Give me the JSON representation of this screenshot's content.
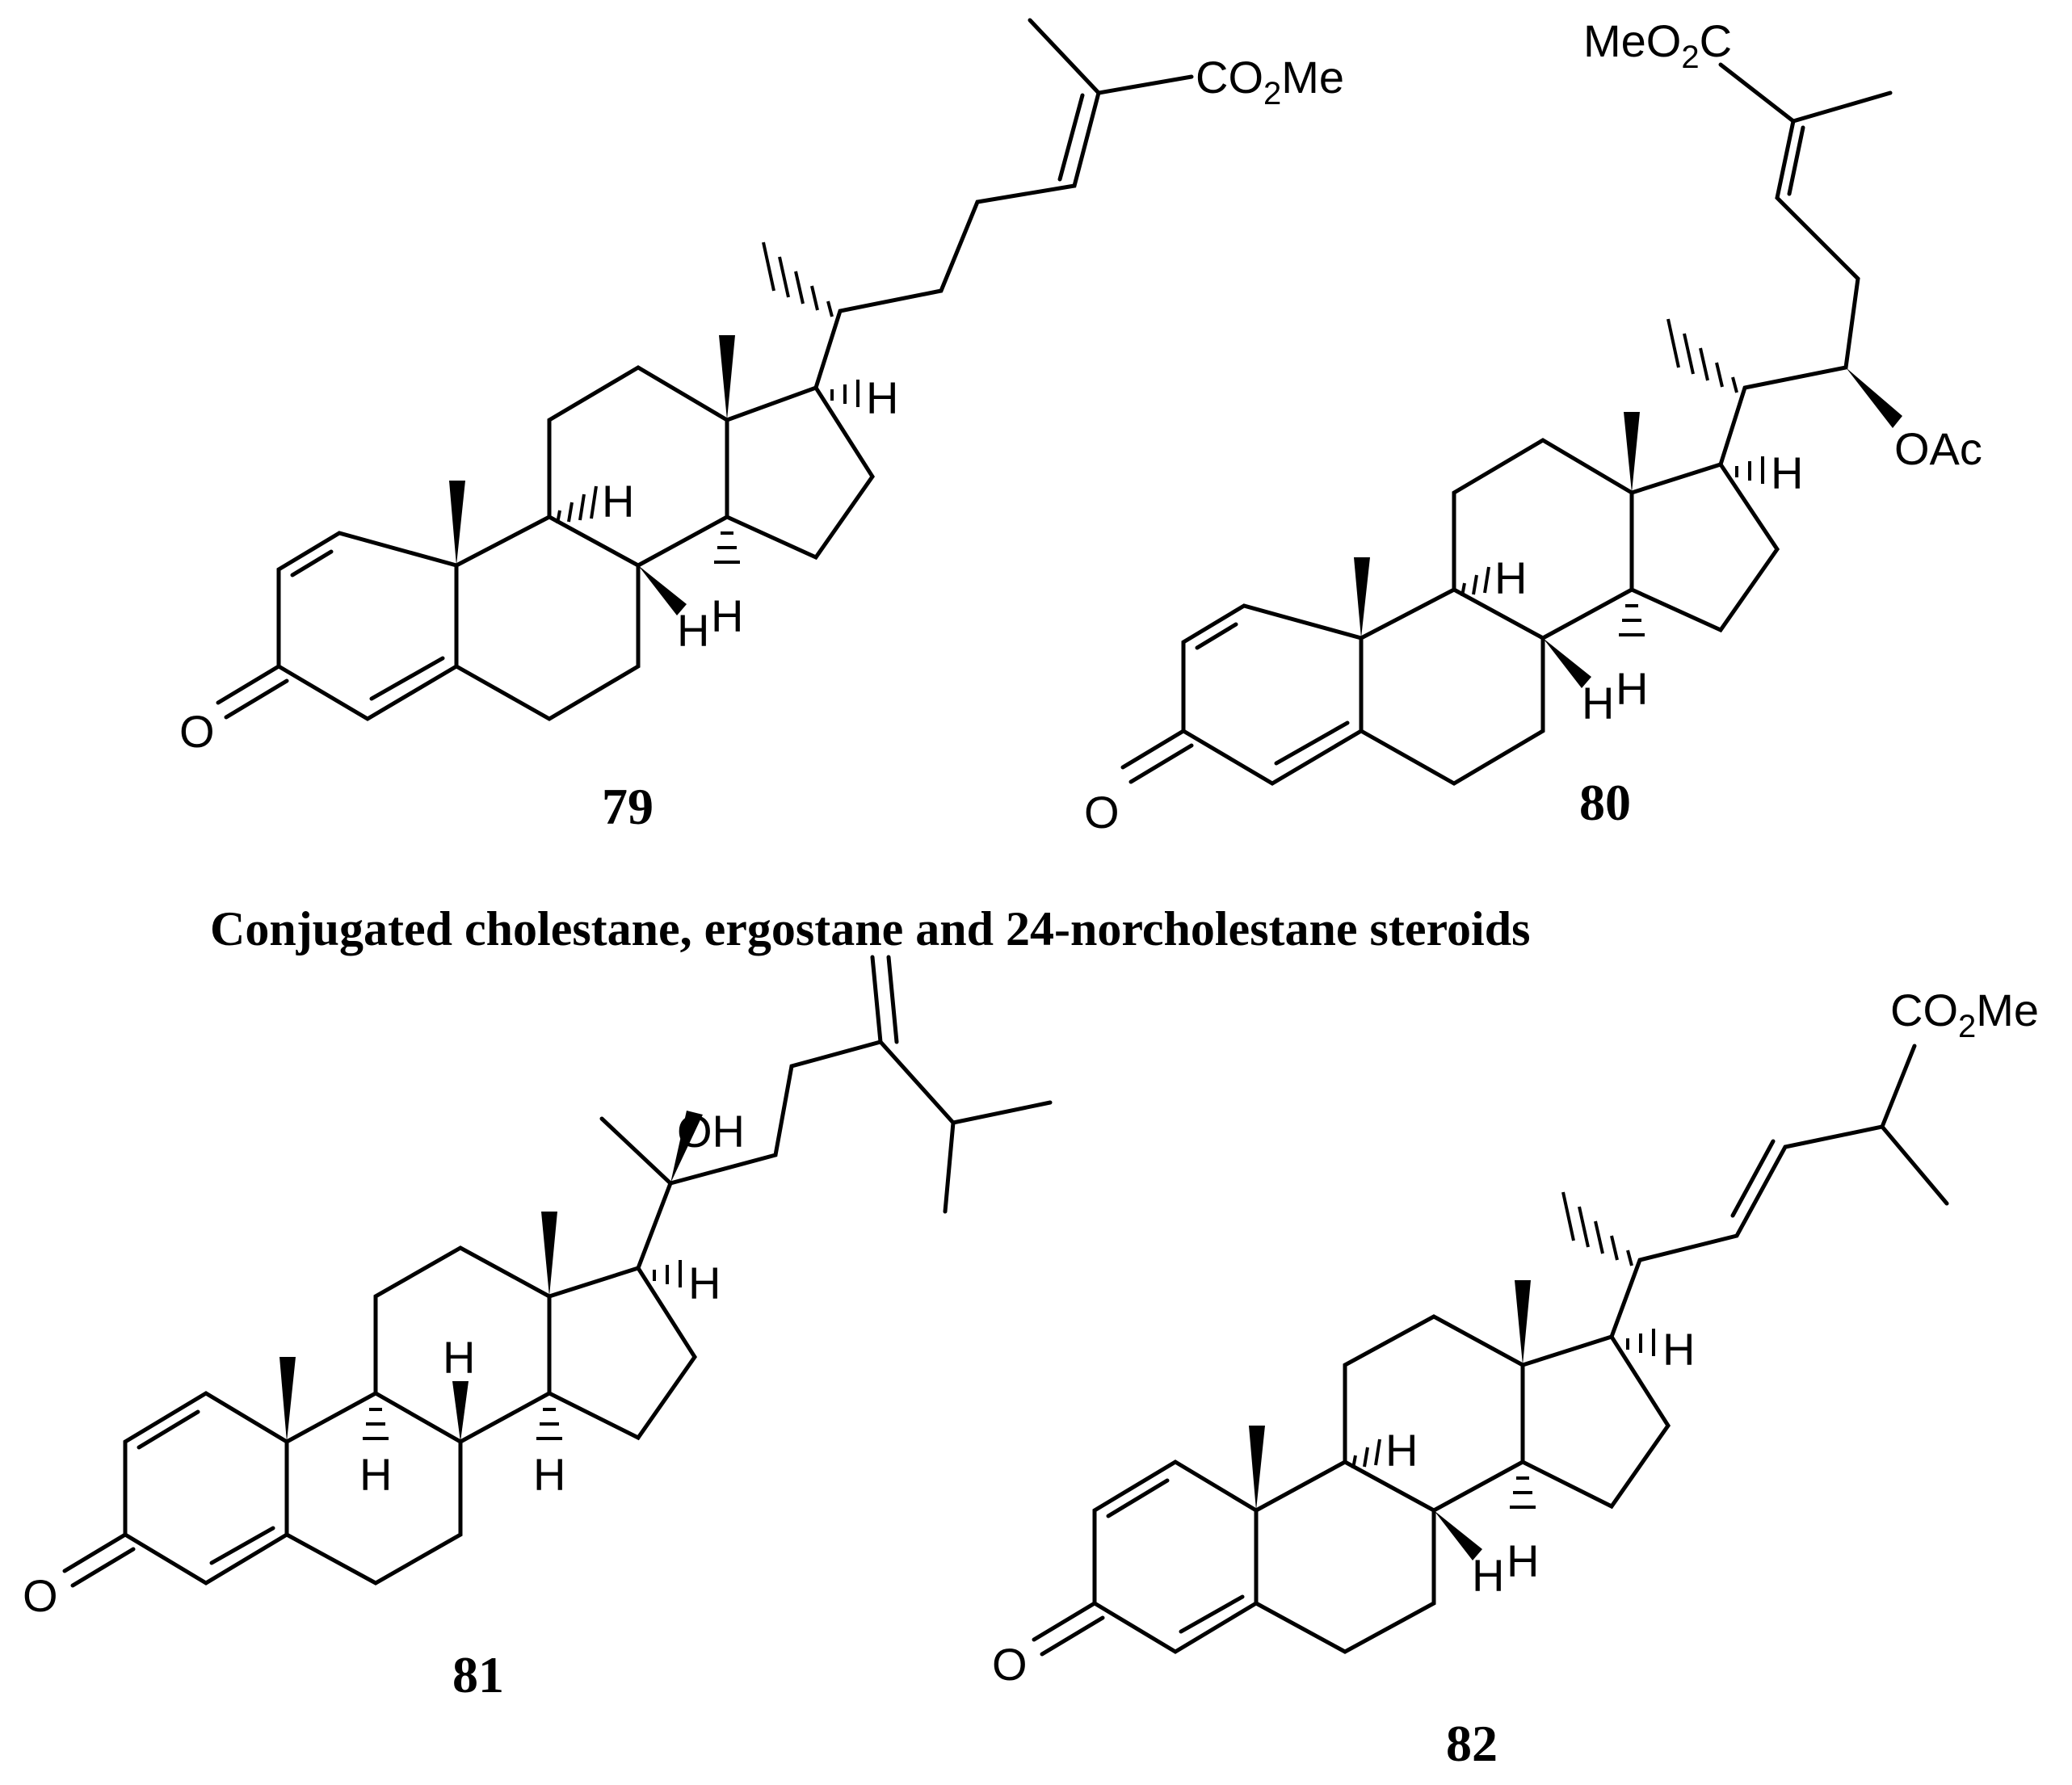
{
  "caption": "Conjugated cholestane, ergostane and 24-norcholestane steroids",
  "compounds": [
    {
      "id": "79",
      "labels": {
        "ester": "CO",
        "ester_sub": "2",
        "ester_me": "Me",
        "h17": "H",
        "h9": "H",
        "h8": "H",
        "h14": "H",
        "oxo": "O"
      }
    },
    {
      "id": "80",
      "labels": {
        "ester": "MeO",
        "ester_sub": "2",
        "ester_c": "C",
        "oac": "OAc",
        "h17": "H",
        "h9": "H",
        "h8": "H",
        "h14": "H",
        "oxo": "O"
      }
    },
    {
      "id": "81",
      "labels": {
        "oh": "OH",
        "h17": "H",
        "h8": "H",
        "h9": "H",
        "h14": "H",
        "oxo": "O"
      }
    },
    {
      "id": "82",
      "labels": {
        "ester": "CO",
        "ester_sub": "2",
        "ester_me": "Me",
        "h17": "H",
        "h9": "H",
        "h8": "H",
        "h14": "H",
        "oxo": "O"
      }
    }
  ]
}
